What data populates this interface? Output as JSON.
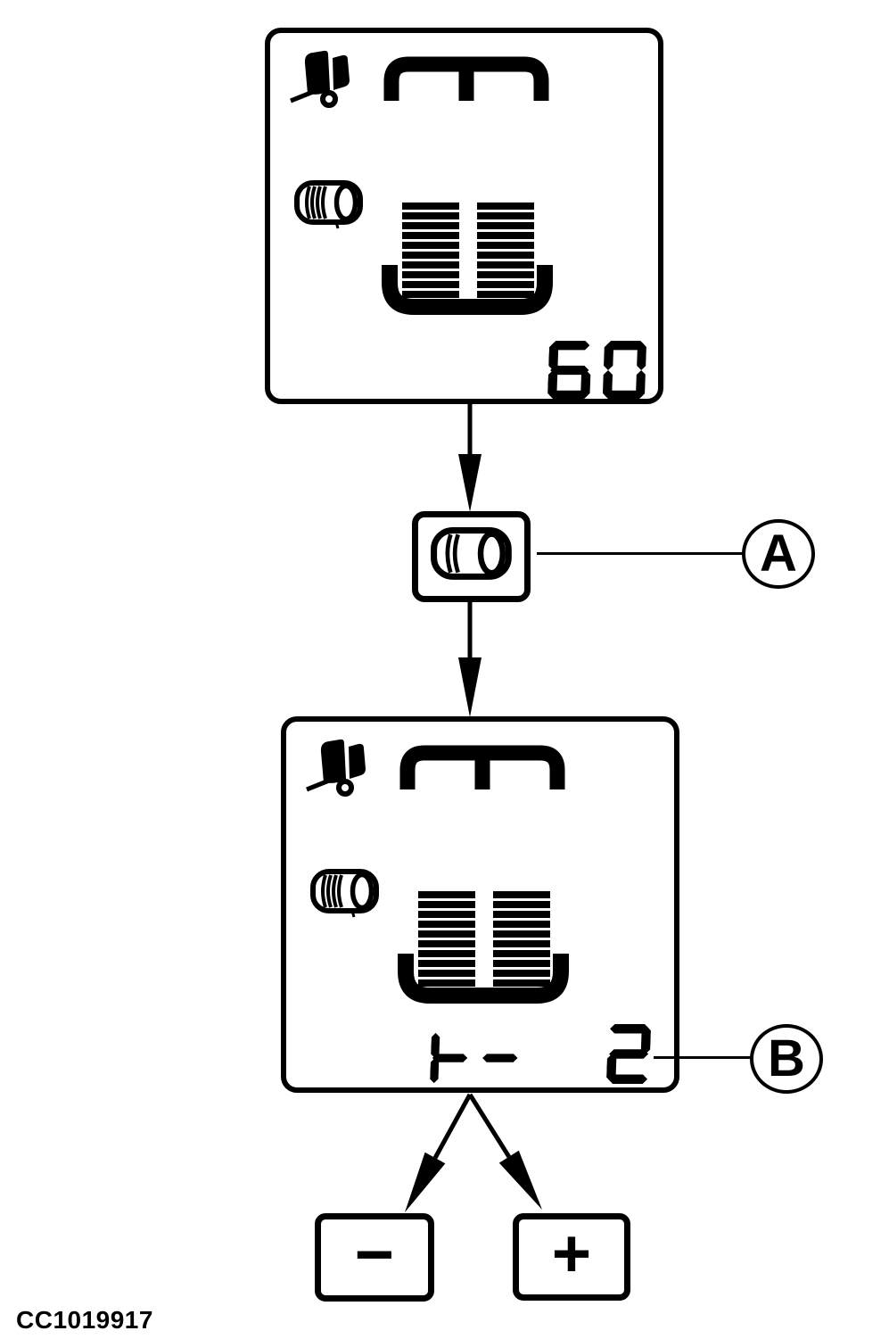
{
  "colors": {
    "ink": "#000000",
    "paper": "#ffffff"
  },
  "figure_code": "CC1019917",
  "callouts": {
    "a": "A",
    "b": "B"
  },
  "display_top": {
    "icons": [
      "seed-cart-icon",
      "implement-frame-icon",
      "metering-roller-icon",
      "hopper-level-bars"
    ],
    "bars": {
      "columns": 2,
      "bars_per_column": 10
    },
    "value": "60"
  },
  "roller_button": {
    "icon": "metering-roller-icon"
  },
  "display_bottom": {
    "icons": [
      "seed-cart-icon",
      "implement-frame-icon",
      "metering-roller-icon",
      "hopper-level-bars"
    ],
    "bars": {
      "columns": 2,
      "bars_per_column": 10
    },
    "indicator": "⊦-",
    "value": "2"
  },
  "decrease_button": {
    "label": "−"
  },
  "increase_button": {
    "label": "+"
  }
}
